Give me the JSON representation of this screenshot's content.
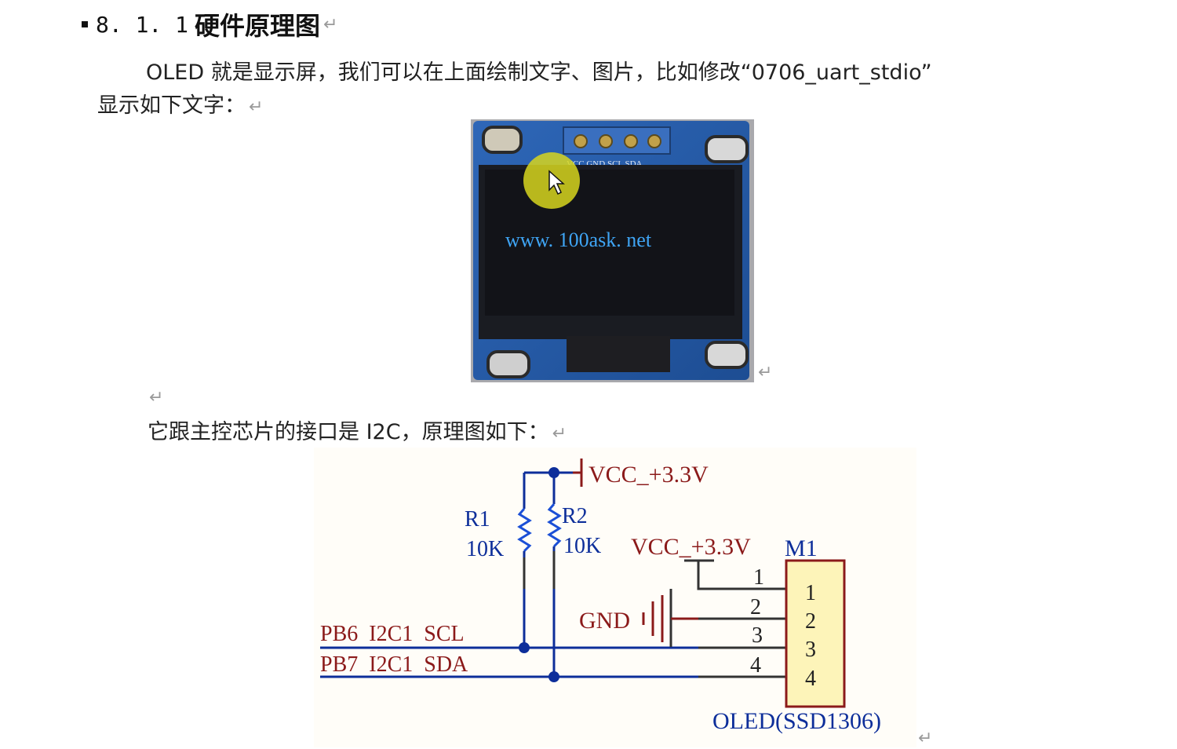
{
  "heading": {
    "number": "8. 1. 1",
    "title": "硬件原理图"
  },
  "paragraph_mark": "↵",
  "intro": {
    "line1": "OLED 就是显示屏，我们可以在上面绘制文字、图片，比如修改“0706_uart_stdio”",
    "line2": "显示如下文字："
  },
  "photo": {
    "silk_label": "VCC GND SCL SDA",
    "screen_text": "www. 100ask. net"
  },
  "interface_text": "它跟主控芯片的接口是 I2C，原理图如下：",
  "schematic": {
    "vcc_top": "VCC_+3.3V",
    "r1_name": "R1",
    "r1_value": "10K",
    "r2_name": "R2",
    "r2_value": "10K",
    "vcc_module": "VCC_+3.3V",
    "module_ref": "M1",
    "gnd": "GND",
    "scl_net": "PB6  I2C1  SCL",
    "sda_net": "PB7  I2C1  SDA",
    "pin_numbers": [
      "1",
      "2",
      "3",
      "4"
    ],
    "module_name": "OLED(SSD1306)"
  }
}
